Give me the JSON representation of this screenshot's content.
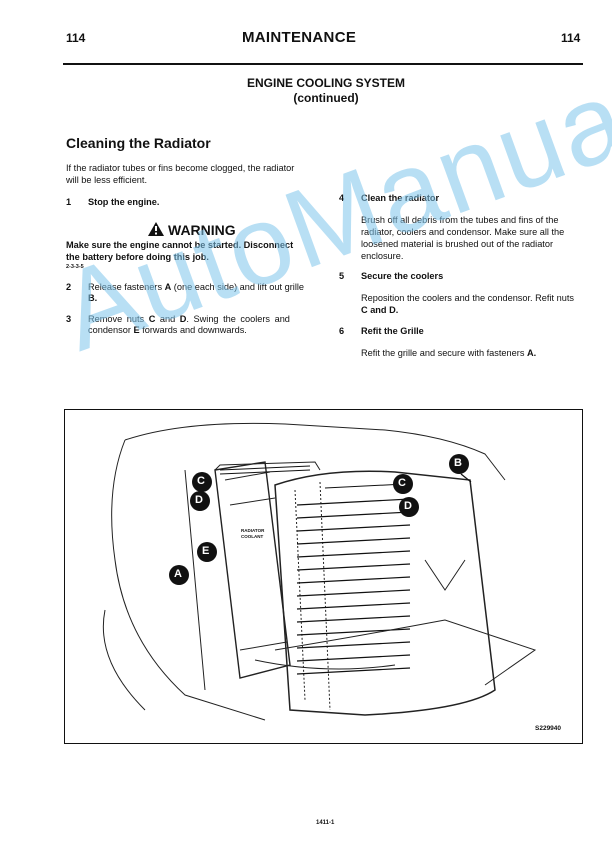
{
  "header": {
    "page_left": "114",
    "title": "MAINTENANCE",
    "page_right": "114"
  },
  "section": {
    "line1": "ENGINE COOLING SYSTEM",
    "line2": "(continued)"
  },
  "cleaning": {
    "heading": "Cleaning the Radiator",
    "intro_line1": "If the radiator tubes or fins become clogged, the radiator",
    "intro_line2": "will be less efficient."
  },
  "steps_left": {
    "s1_no": "1",
    "s1_text": "Stop the engine.",
    "warning_title": "WARNING",
    "warning_line1": "Make sure the engine cannot be started. Disconnect",
    "warning_line2": "the battery before doing this job.",
    "warning_ref": "2-3-3-5",
    "s2_no": "2",
    "s2_line1a": "Release fasteners ",
    "s2_line1b": "A",
    "s2_line1c": " (one each side) and lift out grille",
    "s2_line2": "B.",
    "s3_no": "3",
    "s3_line1a": "Remove nuts ",
    "s3_line1b": "C",
    "s3_line1c": " and ",
    "s3_line1d": "D",
    "s3_line1e": ". Swing the coolers and",
    "s3_line2a": "condensor ",
    "s3_line2b": "E",
    "s3_line2c": " forwards and downwards."
  },
  "steps_right": {
    "s4_no": "4",
    "s4_title": "Clean the radiator",
    "s4_line1": "Brush off all debris from the  tubes and fins of the",
    "s4_line2": "radiator, coolers and condensor. Make sure all the",
    "s4_line3": "loosened material is brushed out of the radiator",
    "s4_line4": "enclosure.",
    "s5_no": "5",
    "s5_title": "Secure the coolers",
    "s5_line1": "Reposition the coolers and the condensor. Refit nuts",
    "s5_line2": "C and D.",
    "s6_no": "6",
    "s6_title": "Refit the Grille",
    "s6_line1a": "Refit the grille and secure with fasteners ",
    "s6_line1b": "A."
  },
  "figure": {
    "callout_a": "A",
    "callout_b": "B",
    "callout_c1": "C",
    "callout_c2": "C",
    "callout_d1": "D",
    "callout_d2": "D",
    "callout_e": "E",
    "ref_code": "S229940",
    "decal1": "RADIATOR",
    "decal2": "COOLANT"
  },
  "watermark": "AutoManual",
  "footer": "1411-1"
}
